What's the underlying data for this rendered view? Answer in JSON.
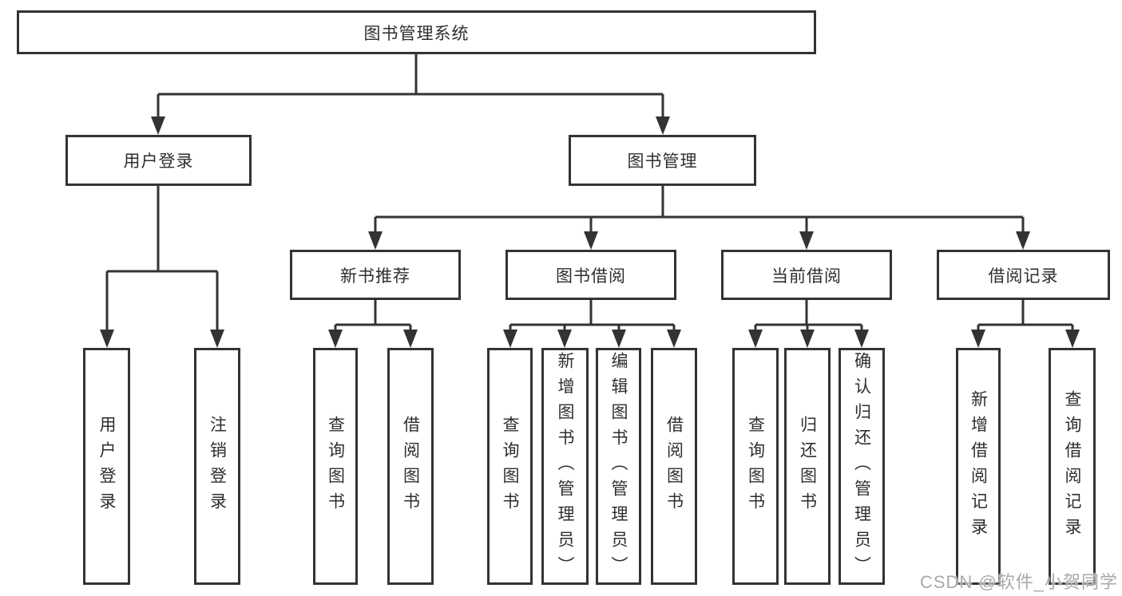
{
  "diagram_title": "图书管理系统",
  "tree": {
    "label": "图书管理系统",
    "children": [
      {
        "label": "用户登录",
        "children": [
          {
            "label": "用户登录"
          },
          {
            "label": "注销登录"
          }
        ]
      },
      {
        "label": "图书管理",
        "children": [
          {
            "label": "新书推荐",
            "children": [
              {
                "label": "查询图书"
              },
              {
                "label": "借阅图书"
              }
            ]
          },
          {
            "label": "图书借阅",
            "children": [
              {
                "label": "查询图书"
              },
              {
                "label": "新增图书（管理员）"
              },
              {
                "label": "编辑图书（管理员）"
              },
              {
                "label": "借阅图书"
              }
            ]
          },
          {
            "label": "当前借阅",
            "children": [
              {
                "label": "查询图书"
              },
              {
                "label": "归还图书"
              },
              {
                "label": "确认归还（管理员）"
              }
            ]
          },
          {
            "label": "借阅记录",
            "children": [
              {
                "label": "新增借阅记录"
              },
              {
                "label": "查询借阅记录"
              }
            ]
          }
        ]
      }
    ]
  },
  "watermark": {
    "text": "CSDN @软件_小贺同学"
  },
  "colors": {
    "line": "#333333",
    "text": "#2e2e2e",
    "background": "#ffffff",
    "watermark": "#a9a9a9"
  }
}
